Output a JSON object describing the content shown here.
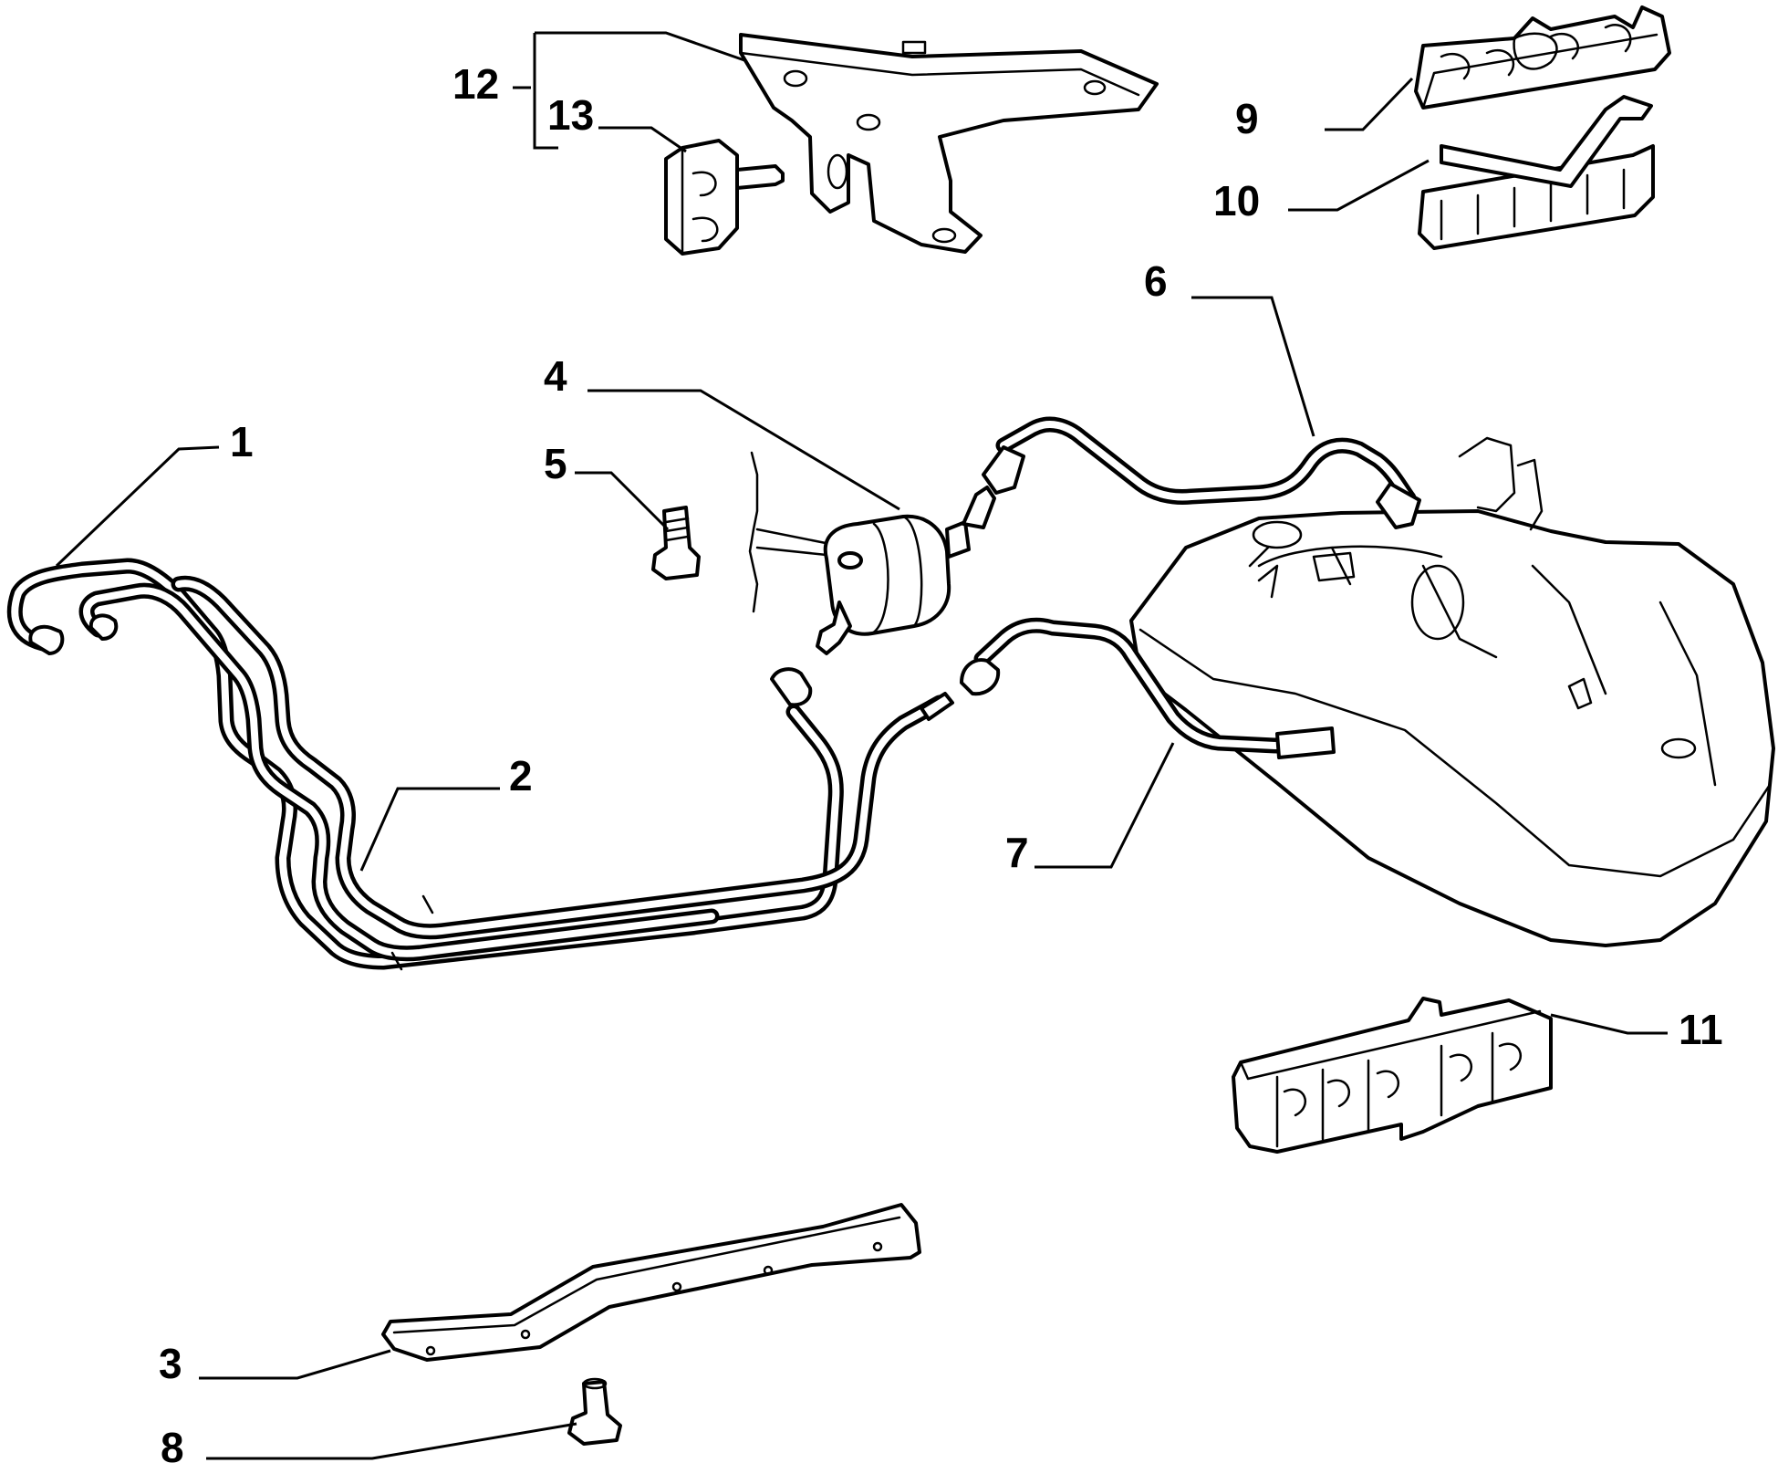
{
  "callouts": [
    {
      "id": "1",
      "part": "fuel-pipe-pair-front"
    },
    {
      "id": "2",
      "part": "fuel-pipe-long"
    },
    {
      "id": "3",
      "part": "pipe-guard-plate"
    },
    {
      "id": "4",
      "part": "fuel-filter"
    },
    {
      "id": "5",
      "part": "bolt"
    },
    {
      "id": "6",
      "part": "fuel-hose-upper"
    },
    {
      "id": "7",
      "part": "fuel-hose-lower"
    },
    {
      "id": "8",
      "part": "screw"
    },
    {
      "id": "9",
      "part": "pipe-clip-upper"
    },
    {
      "id": "10",
      "part": "pipe-clip-with-strap"
    },
    {
      "id": "11",
      "part": "pipe-clip-large"
    },
    {
      "id": "12",
      "part": "filter-bracket"
    },
    {
      "id": "13",
      "part": "small-clip"
    }
  ]
}
